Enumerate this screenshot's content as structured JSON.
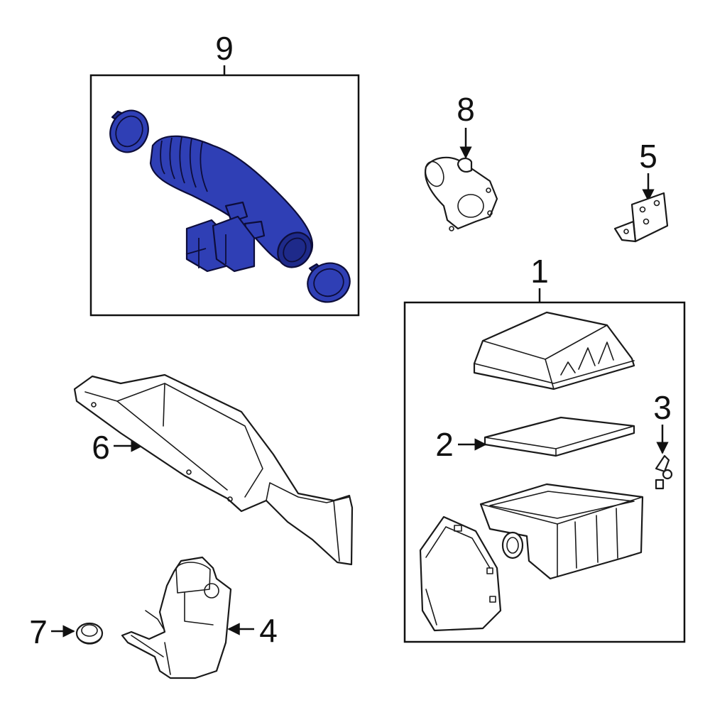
{
  "callouts": {
    "c1": "1",
    "c2": "2",
    "c3": "3",
    "c4": "4",
    "c5": "5",
    "c6": "6",
    "c7": "7",
    "c8": "8",
    "c9": "9"
  },
  "colors": {
    "highlight": "#2f3fb5",
    "highlight_dark": "#1e2a8a",
    "line": "#1a1a1a",
    "background": "#ffffff"
  },
  "parts": [
    {
      "callout": "1",
      "part": "air-cleaner-assembly"
    },
    {
      "callout": "2",
      "part": "air-filter-element"
    },
    {
      "callout": "3",
      "part": "clip"
    },
    {
      "callout": "4",
      "part": "resonator"
    },
    {
      "callout": "5",
      "part": "bracket"
    },
    {
      "callout": "6",
      "part": "air-intake-duct"
    },
    {
      "callout": "7",
      "part": "grommet"
    },
    {
      "callout": "8",
      "part": "throttle-body-adapter"
    },
    {
      "callout": "9",
      "part": "air-intake-hose-kit",
      "highlighted": true
    }
  ]
}
